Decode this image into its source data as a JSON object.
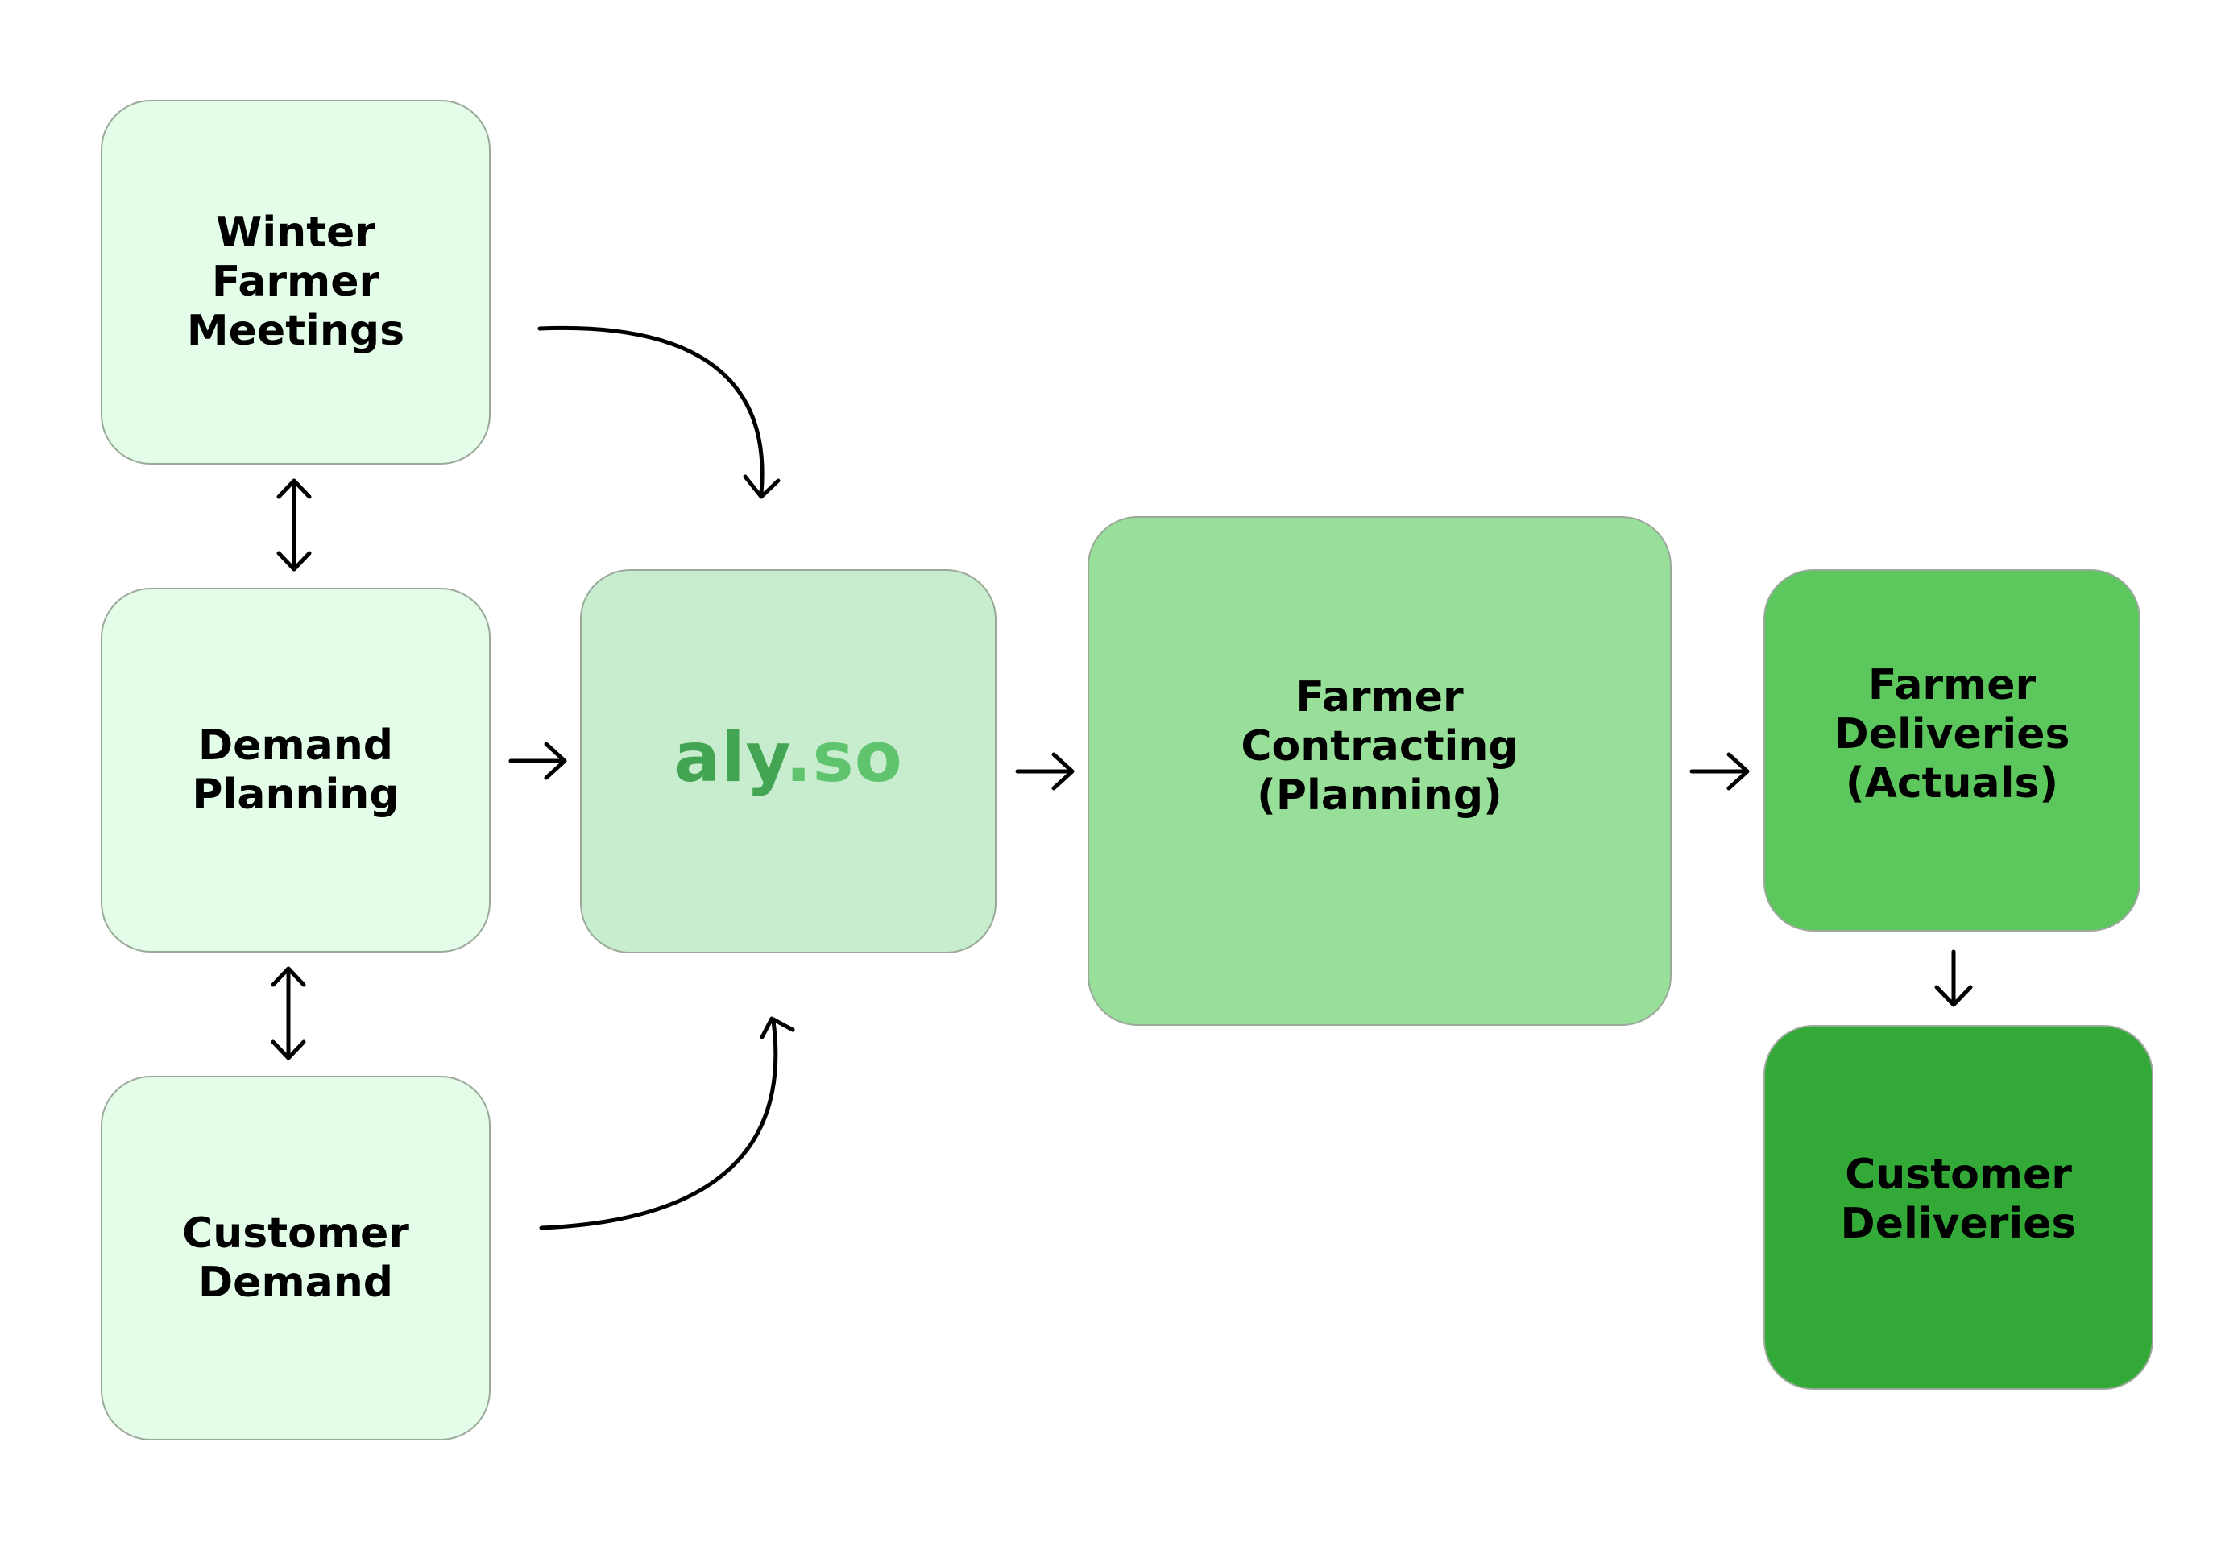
{
  "diagram": {
    "nodes": {
      "winter_meetings": {
        "label": "Winter\nFarmer\nMeetings",
        "fill": "#e3fde8"
      },
      "demand_planning": {
        "label": "Demand\nPlanning",
        "fill": "#e3fde8"
      },
      "customer_demand": {
        "label": "Customer\nDemand",
        "fill": "#e3fde8"
      },
      "alyso": {
        "logo_main": "aly",
        "logo_dot": ".",
        "logo_tld": "so",
        "fill": "#c8ecce",
        "logo_dark": "#43a553",
        "logo_light": "#5fc46d"
      },
      "farmer_contracting": {
        "label": "Farmer\nContracting\n(Planning)",
        "fill": "#98e09a"
      },
      "farmer_deliveries": {
        "label": "Farmer\nDeliveries\n(Actuals)",
        "fill": "#5bc75d"
      },
      "customer_deliveries": {
        "label": "Customer\nDeliveries",
        "fill": "#33a937"
      }
    },
    "edges": [
      {
        "from": "winter_meetings",
        "to": "alyso",
        "style": "curved"
      },
      {
        "from": "winter_meetings",
        "to": "demand_planning",
        "style": "bidirectional"
      },
      {
        "from": "demand_planning",
        "to": "customer_demand",
        "style": "bidirectional"
      },
      {
        "from": "demand_planning",
        "to": "alyso",
        "style": "straight"
      },
      {
        "from": "customer_demand",
        "to": "alyso",
        "style": "curved"
      },
      {
        "from": "alyso",
        "to": "farmer_contracting",
        "style": "straight"
      },
      {
        "from": "farmer_contracting",
        "to": "farmer_deliveries",
        "style": "straight"
      },
      {
        "from": "farmer_deliveries",
        "to": "customer_deliveries",
        "style": "straight"
      }
    ]
  }
}
